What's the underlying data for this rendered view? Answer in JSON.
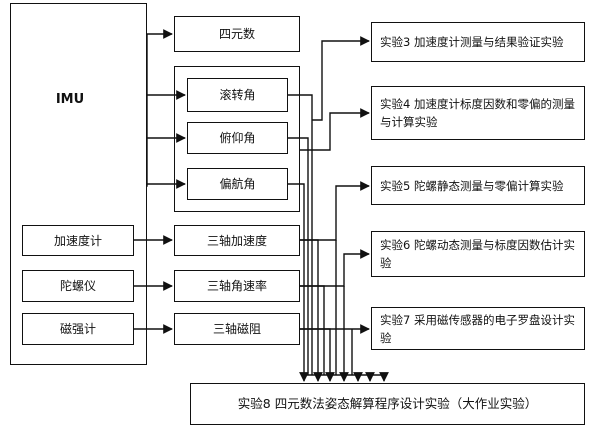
{
  "imu": {
    "label": "IMU",
    "sensors": [
      "加速度计",
      "陀螺仪",
      "磁强计"
    ]
  },
  "middle": {
    "quaternion": "四元数",
    "outputs": [
      "三轴加速度",
      "三轴角速率",
      "三轴磁阻"
    ]
  },
  "angles": [
    "滚转角",
    "俯仰角",
    "偏航角"
  ],
  "experiments": [
    "实验3 加速度计测量与结果验证实验",
    "实验4 加速度计标度因数和零偏的测量\n与计算实验",
    "实验5 陀螺静态测量与零偏计算实验",
    "实验6 陀螺动态测量与标度因数估计实\n验",
    "实验7 采用磁传感器的电子罗盘设计实\n验"
  ],
  "bottom": "实验8 四元数法姿态解算程序设计实验（大作业实验）"
}
